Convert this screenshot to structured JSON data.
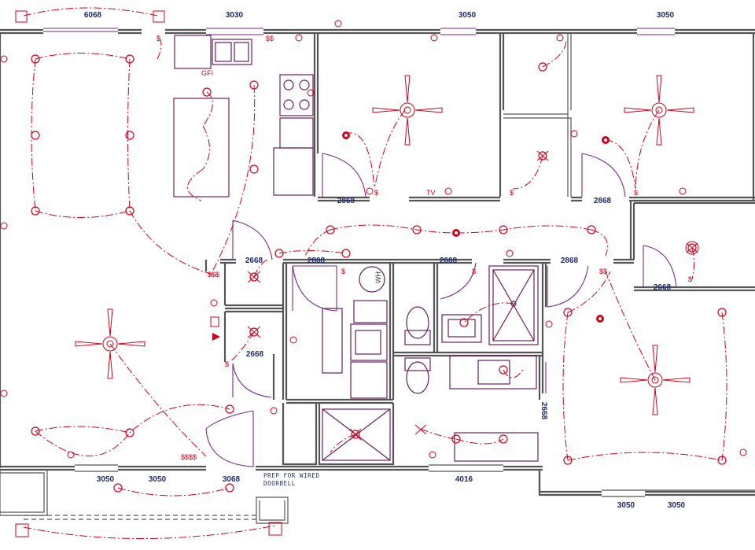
{
  "dimensions": {
    "top_left_door": "6068",
    "top_kitchen_window": "3030",
    "top_bedroom_window": "3050",
    "top_right_window": "3050",
    "door_bed2": "2868",
    "door_bed3": "2868",
    "door_closet_a": "2668",
    "door_hall": "2868",
    "door_bath_a": "2668",
    "door_bath_b": "2868",
    "door_closet_b": "2668",
    "door_right_closet": "2668",
    "door_vertical": "2668",
    "bottom_window_a": "3050",
    "bottom_window_b": "3050",
    "bottom_door": "3068",
    "bottom_window_c": "4016",
    "bottom_right_window_a": "3050",
    "bottom_right_window_b": "3050"
  },
  "labels": {
    "water_heater": "WH",
    "doorbell_note_line1": "PREP FOR WIRED",
    "doorbell_note_line2": "DOORBELL",
    "switch_symbol": "$",
    "triple_switch": "$$$",
    "quad_switch": "$$$$",
    "double_switch": "$$",
    "gfi": "GFI",
    "tv": "TV"
  },
  "colors": {
    "wiring": "#d4001a",
    "walls": "#555555",
    "doors": "#7a2a8a",
    "dimension_text": "#1f2d6e"
  }
}
